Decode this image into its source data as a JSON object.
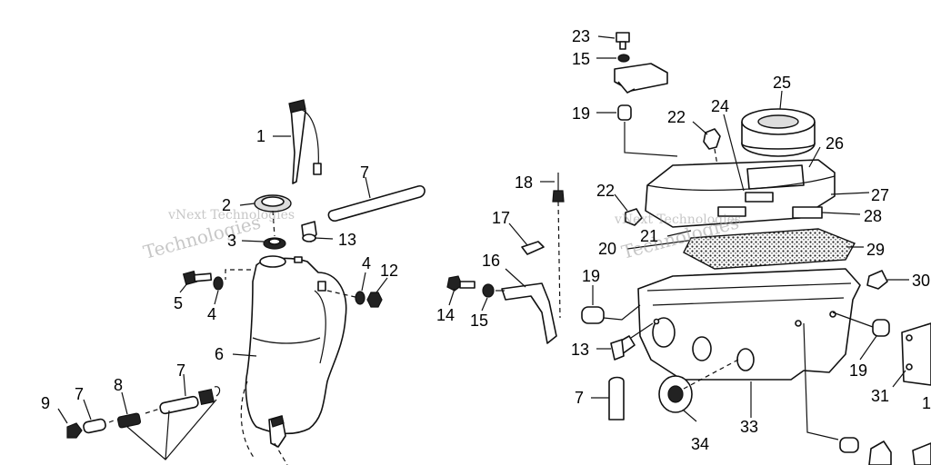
{
  "watermark": {
    "line1": "vNext Technologies",
    "line2": "Technologies"
  },
  "callouts": [
    {
      "id": "c1",
      "label": "1"
    },
    {
      "id": "c2",
      "label": "2"
    },
    {
      "id": "c3",
      "label": "3"
    },
    {
      "id": "c4a",
      "label": "4"
    },
    {
      "id": "c4b",
      "label": "4"
    },
    {
      "id": "c5",
      "label": "5"
    },
    {
      "id": "c6",
      "label": "6"
    },
    {
      "id": "c7a",
      "label": "7"
    },
    {
      "id": "c7b",
      "label": "7"
    },
    {
      "id": "c7c",
      "label": "7"
    },
    {
      "id": "c7d",
      "label": "7"
    },
    {
      "id": "c8",
      "label": "8"
    },
    {
      "id": "c9",
      "label": "9"
    },
    {
      "id": "c12",
      "label": "12"
    },
    {
      "id": "c13a",
      "label": "13"
    },
    {
      "id": "c13b",
      "label": "13"
    },
    {
      "id": "c14",
      "label": "14"
    },
    {
      "id": "c15a",
      "label": "15"
    },
    {
      "id": "c15b",
      "label": "15"
    },
    {
      "id": "c16",
      "label": "16"
    },
    {
      "id": "c17",
      "label": "17"
    },
    {
      "id": "c18a",
      "label": "18"
    },
    {
      "id": "c18b",
      "label": "18"
    },
    {
      "id": "c19a",
      "label": "19"
    },
    {
      "id": "c19b",
      "label": "19"
    },
    {
      "id": "c19c",
      "label": "19"
    },
    {
      "id": "c20",
      "label": "20"
    },
    {
      "id": "c21",
      "label": "21"
    },
    {
      "id": "c22a",
      "label": "22"
    },
    {
      "id": "c22b",
      "label": "22"
    },
    {
      "id": "c23",
      "label": "23"
    },
    {
      "id": "c24",
      "label": "24"
    },
    {
      "id": "c25",
      "label": "25"
    },
    {
      "id": "c26",
      "label": "26"
    },
    {
      "id": "c27",
      "label": "27"
    },
    {
      "id": "c28",
      "label": "28"
    },
    {
      "id": "c29",
      "label": "29"
    },
    {
      "id": "c30",
      "label": "30"
    },
    {
      "id": "c31",
      "label": "31"
    },
    {
      "id": "c33",
      "label": "33"
    },
    {
      "id": "c34",
      "label": "34"
    }
  ]
}
